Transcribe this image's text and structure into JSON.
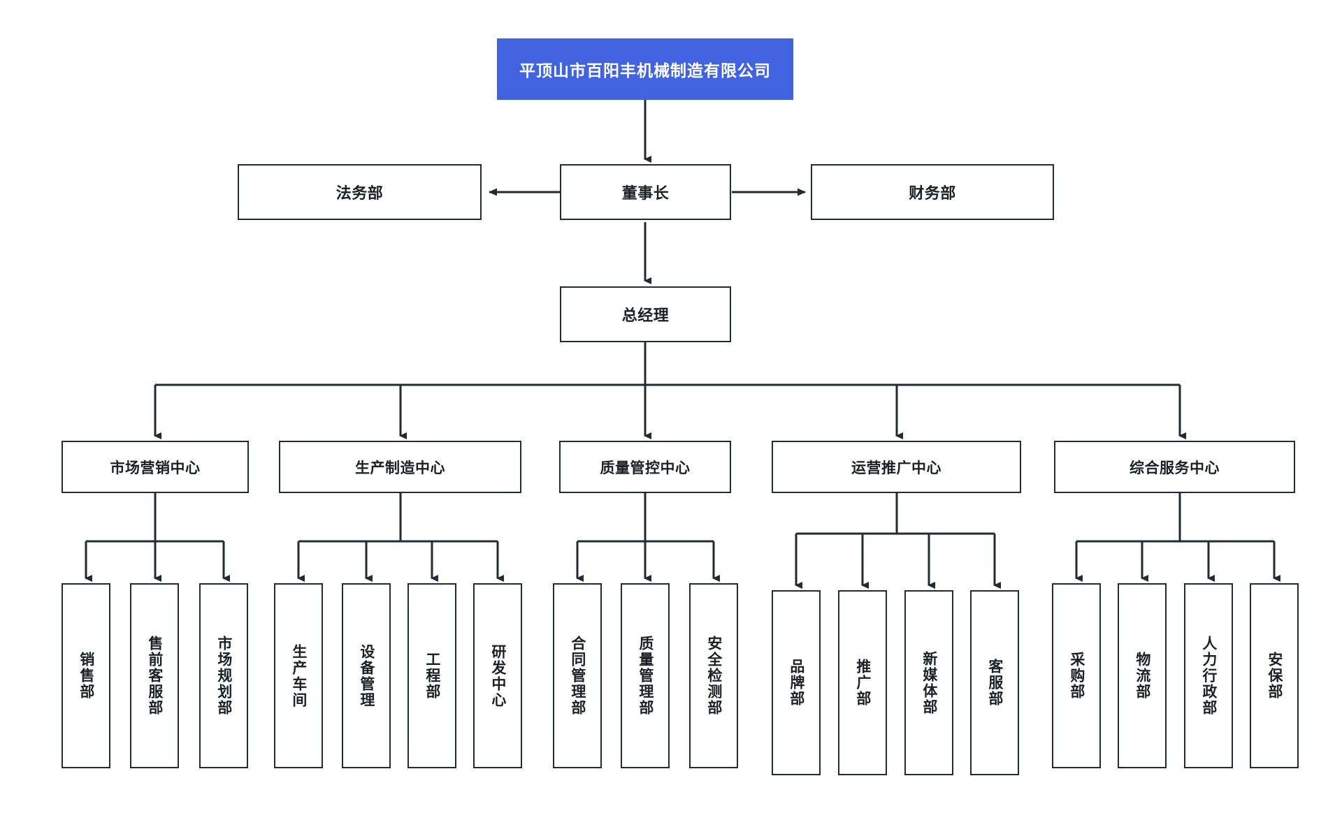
{
  "diagram": {
    "type": "organizational-chart",
    "title": "平顶山市百阳丰机械制造有限公司",
    "accent_color": "#4263e0",
    "line_color": "#222b35",
    "box_fill": "#ffffff",
    "root_text_color": "#ffffff"
  },
  "root": {
    "label": "平顶山市百阳丰机械制造有限公司"
  },
  "rank2": {
    "left": {
      "label": "法务部"
    },
    "center": {
      "label": "董事长"
    },
    "right": {
      "label": "财务部"
    }
  },
  "rank3": {
    "center": {
      "label": "总经理"
    }
  },
  "centers": [
    {
      "label": "市场营销中心",
      "children": [
        {
          "label": "销售部"
        },
        {
          "label": "售前客服部"
        },
        {
          "label": "市场规划部"
        }
      ]
    },
    {
      "label": "生产制造中心",
      "children": [
        {
          "label": "生产车间"
        },
        {
          "label": "设备管理"
        },
        {
          "label": "工程部"
        },
        {
          "label": "研发中心"
        }
      ]
    },
    {
      "label": "质量管控中心",
      "children": [
        {
          "label": "合同管理部"
        },
        {
          "label": "质量管理部"
        },
        {
          "label": "安全检测部"
        }
      ]
    },
    {
      "label": "运营推广中心",
      "children": [
        {
          "label": "品牌部"
        },
        {
          "label": "推广部"
        },
        {
          "label": "新媒体部"
        },
        {
          "label": "客服部"
        }
      ]
    },
    {
      "label": "综合服务中心",
      "children": [
        {
          "label": "采购部"
        },
        {
          "label": "物流部"
        },
        {
          "label": "人力行政部"
        },
        {
          "label": "安保部"
        }
      ]
    }
  ]
}
